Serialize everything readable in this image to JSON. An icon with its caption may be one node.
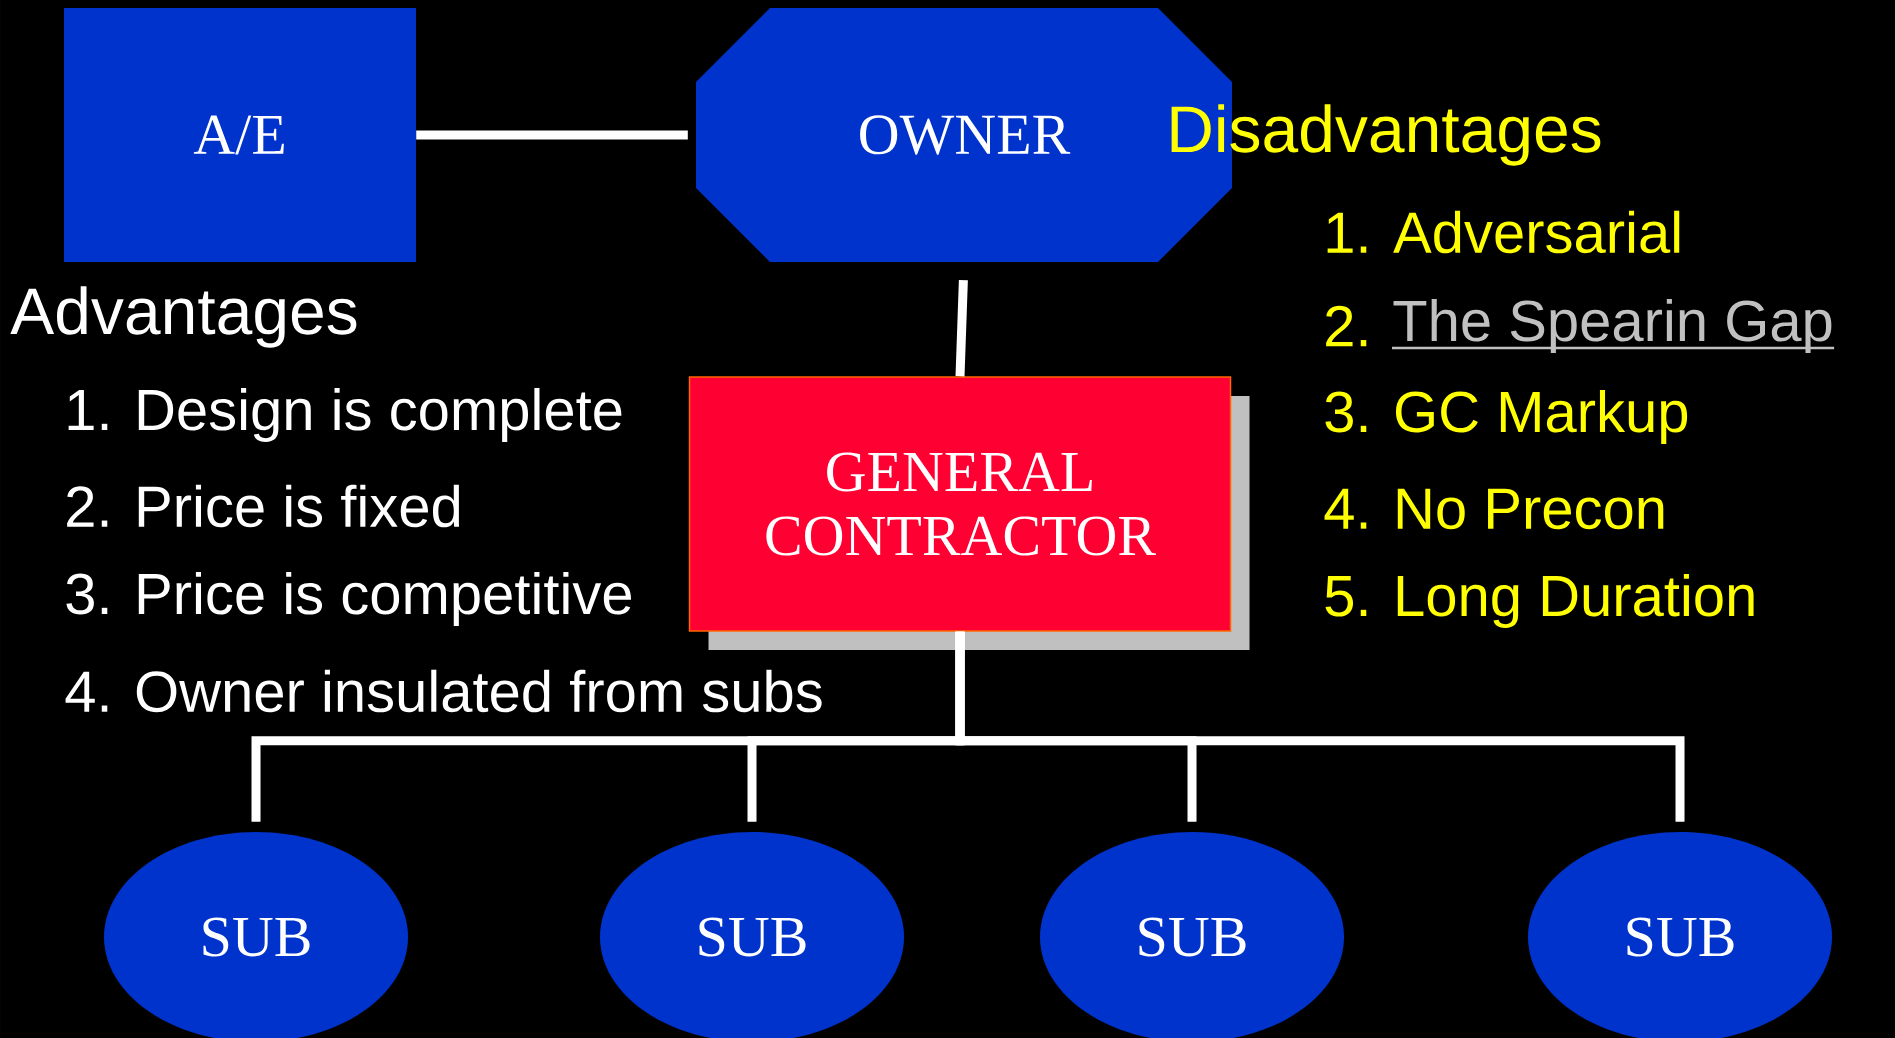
{
  "diagram": {
    "nodes": [
      {
        "text": [
          "A/E"
        ]
      },
      {
        "text": [
          "OWNER"
        ]
      },
      {
        "text": [
          "GENERAL CONTRACTOR"
        ]
      },
      {
        "text": [
          "SUB"
        ]
      },
      {
        "text": [
          "SUB"
        ]
      },
      {
        "text": [
          "SUB"
        ]
      },
      {
        "text": [
          "SUB"
        ]
      }
    ],
    "edges": [
      {
        "from": 0,
        "to": 1,
        "arrow": "none"
      },
      {
        "from": 1,
        "to": 2,
        "arrow": "none"
      },
      {
        "from": 2,
        "to": 3,
        "arrow": "none"
      },
      {
        "from": 2,
        "to": 4,
        "arrow": "none"
      },
      {
        "from": 2,
        "to": 5,
        "arrow": "none"
      },
      {
        "from": 2,
        "to": 6,
        "arrow": "none"
      }
    ],
    "labels": [
      "Disadvantages",
      "1. Adversarial",
      "2.",
      "The Spearin Gap",
      "Advantages",
      "3. GC Markup",
      "1. Design is complete",
      "4. No Precon",
      "2. Price is fixed",
      "5. Long Duration",
      "3. Price is competitive",
      "4. Owner insulated from subs"
    ]
  }
}
